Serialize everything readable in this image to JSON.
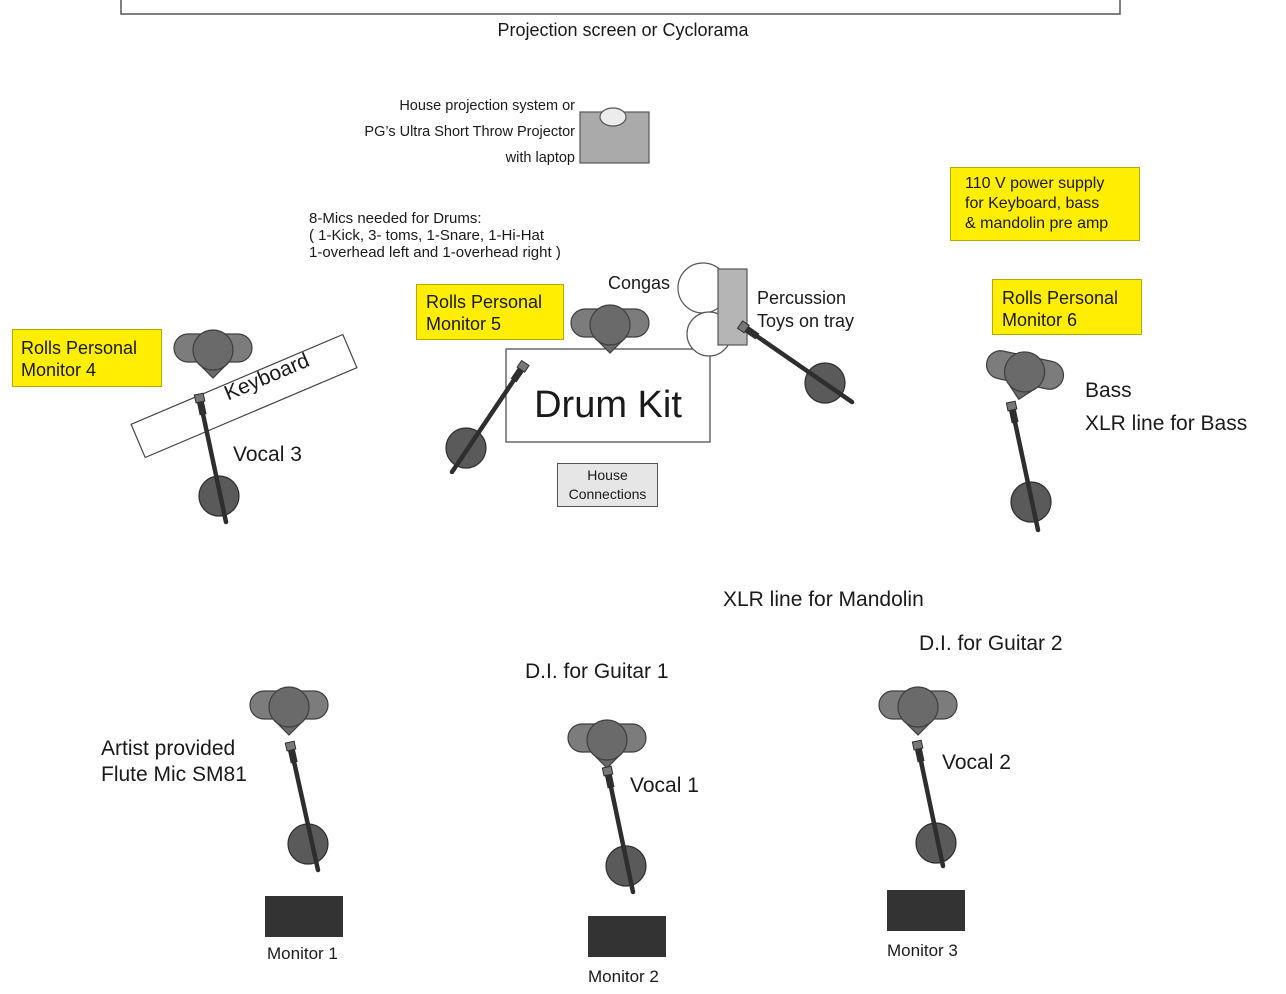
{
  "screen_label": "Projection screen or Cyclorama",
  "projector": {
    "line1": "House projection system or",
    "line2": "PG’s Ultra Short Throw Projector",
    "line3": "with laptop"
  },
  "drum_mics_note": {
    "line1": "8-Mics needed for Drums:",
    "line2": "( 1-Kick, 3- toms, 1-Snare, 1-Hi-Hat",
    "line3": "1-overhead left and 1-overhead right )"
  },
  "power_note": {
    "line1": "110 V power supply",
    "line2": "for Keyboard, bass",
    "line3": "& mandolin pre amp"
  },
  "monitors_personal": [
    {
      "line1": "Rolls Personal",
      "line2": "Monitor 4"
    },
    {
      "line1": "Rolls Personal",
      "line2": "Monitor 5"
    },
    {
      "line1": "Rolls Personal",
      "line2": "Monitor 6"
    }
  ],
  "keyboard_label": "Keyboard",
  "drum_kit_label": "Drum Kit",
  "congas_label": "Congas",
  "percussion": {
    "line1": "Percussion",
    "line2": "Toys on tray"
  },
  "house_connections": {
    "line1": "House",
    "line2": "Connections"
  },
  "vocal3_label": "Vocal 3",
  "bass_label": "Bass",
  "xlr_bass_label": "XLR line for Bass",
  "xlr_mandolin_label": "XLR line for Mandolin",
  "di_guitar1_label": "D.I. for Guitar 1",
  "di_guitar2_label": "D.I. for Guitar 2",
  "flute_note": {
    "line1": "Artist provided",
    "line2": "Flute Mic SM81"
  },
  "vocal1_label": "Vocal 1",
  "vocal2_label": "Vocal 2",
  "floor_monitors": [
    "Monitor 1",
    "Monitor 2",
    "Monitor 3"
  ],
  "colors": {
    "label_bg": "#ffee00",
    "mic_stand": "#3a3a3a",
    "amp": "#7c7c7c",
    "floor_monitor": "#333333",
    "projector": "#aaaaaa"
  }
}
